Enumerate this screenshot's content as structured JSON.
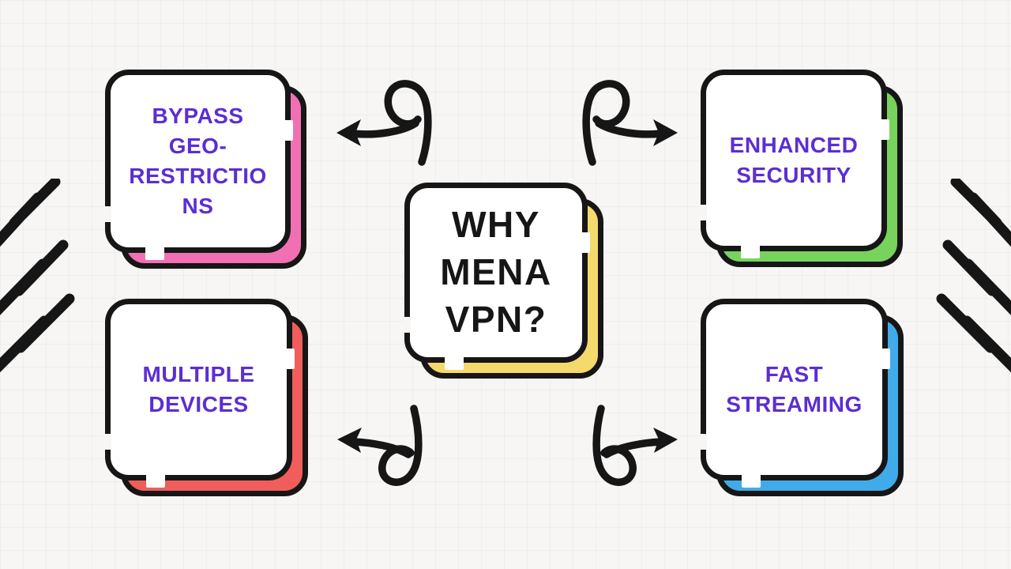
{
  "meta": {
    "title": "Why MENA VPN? mind map"
  },
  "palette": {
    "ink": "#161616",
    "label_purple": "#5b2ed3",
    "background": "#f7f6f4",
    "grid_line": "#e9e8e6"
  },
  "center_card": {
    "label": "WHY\nMENA\nVPN?",
    "shadow_color": "#f6d96d"
  },
  "cards": [
    {
      "id": "bypass-geo-restrictions",
      "position": "top-left",
      "label": "BYPASS\nGEO-\nRESTRICTIO\nNS",
      "shadow_color": "#f170b4"
    },
    {
      "id": "enhanced-security",
      "position": "top-right",
      "label": "ENHANCED\nSECURITY",
      "shadow_color": "#78d35c"
    },
    {
      "id": "multiple-devices",
      "position": "bottom-left",
      "label": "MULTIPLE\nDEVICES",
      "shadow_color": "#f15d5a"
    },
    {
      "id": "fast-streaming",
      "position": "bottom-right",
      "label": "FAST\nSTREAMING",
      "shadow_color": "#41abe9"
    }
  ],
  "arrows": [
    {
      "name": "curved-loop-arrow-top-left",
      "points_to": "bypass-geo-restrictions",
      "direction": "left"
    },
    {
      "name": "curved-loop-arrow-top-right",
      "points_to": "enhanced-security",
      "direction": "right"
    },
    {
      "name": "curved-loop-arrow-bottom-left",
      "points_to": "multiple-devices",
      "direction": "left"
    },
    {
      "name": "curved-loop-arrow-bottom-right",
      "points_to": "fast-streaming",
      "direction": "right"
    }
  ],
  "decorations": [
    {
      "name": "marker-scribble-left",
      "style": "black zigzag marker strokes, left edge"
    },
    {
      "name": "marker-scribble-right",
      "style": "black zigzag marker strokes, right edge"
    }
  ]
}
